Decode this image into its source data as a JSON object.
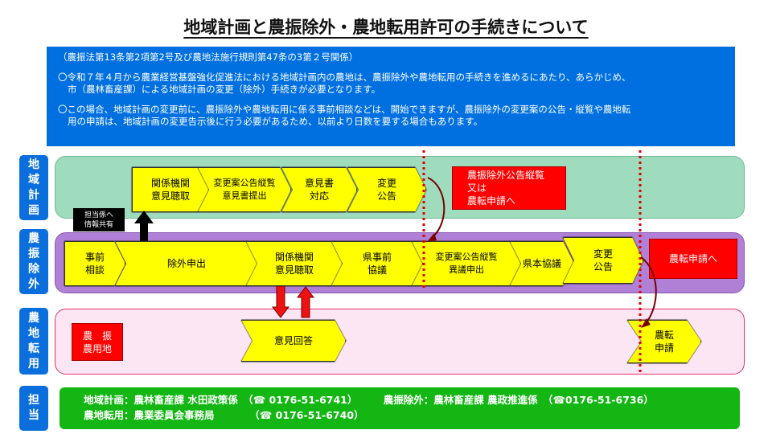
{
  "title": "地域計画と農振除外・農地転用許可の手続きについて",
  "note": {
    "law": "（農振法第13条第2項第2号及び農地法施行規則第47条の3第２号関係）",
    "p1_line1": "〇令和７年４月から農業経営基盤強化促進法における地域計画内の農地は、農振除外や農地転用の手続きを進めるにあたり、あらかじめ、",
    "p1_line2": "市（農林畜産課）による地域計画の変更（除外）手続きが必要となります。",
    "p2_line1": "〇この場合、地域計画の変更前に、農振除外や農地転用に係る事前相談などは、開始できますが、農振除外の変更案の公告・縦覧や農地転",
    "p2_line2": "用の申請は、地域計画の変更告示後に行う必要があるため、以前より日数を要する場合もあります。"
  },
  "lanes": {
    "chiiki": {
      "label": "地\n域\n計\n画",
      "color": "#9fdcbe"
    },
    "noshin": {
      "label": "農\n振\n除\n外",
      "color": "#b07fd6"
    },
    "nochi": {
      "label": "農\n地\n転\n用",
      "color": "#fde6f4"
    },
    "tanto": {
      "label": "担\n当",
      "color": "#0a6fdc"
    }
  },
  "chiiki_steps": [
    "関係機関\n意見聴取",
    "変更案公告縦覧\n意見書提出",
    "意見書\n対応",
    "変更\n公告"
  ],
  "chiiki_redbox": "農振除外公告縦覧\n又は\n農転申請へ",
  "share_box": "担当係へ\n情報共有",
  "noshin_steps": [
    "事前\n相談",
    "除外申出",
    "関係機関\n意見聴取",
    "県事前\n協議",
    "変更案公告縦覧\n異議申出",
    "県本協議",
    "変更\n公告"
  ],
  "noshin_redbox": "農転申請へ",
  "nochi_box": "農　振\n農用地",
  "nochi_steps": [
    "意見回答",
    "農転\n申請"
  ],
  "contact": {
    "chiiki": "地域計画：農林畜産課 水田政策係　（☎ 0176-51-6741）",
    "noshin": "農振除外：農林畜産課 農政推進係　（☎0176-51-6736）",
    "nochi": "農地転用：農業委員会事務局　　　　（☎ 0176-51-6740）"
  }
}
